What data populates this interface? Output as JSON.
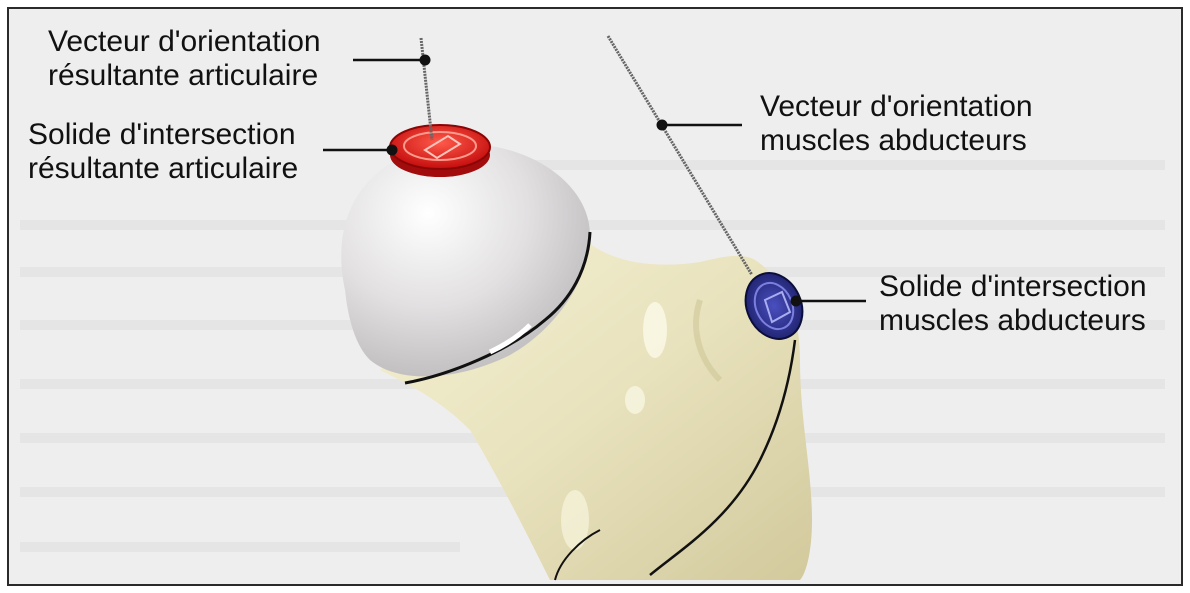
{
  "labels": {
    "vecteur_resultante": {
      "line1": "Vecteur d'orientation",
      "line2": "résultante articulaire"
    },
    "solide_resultante": {
      "line1": "Solide d'intersection",
      "line2": "résultante articulaire"
    },
    "vecteur_muscles": {
      "line1": "Vecteur d'orientation",
      "line2": "muscles abducteurs"
    },
    "solide_muscles": {
      "line1": "Solide d'intersection",
      "line2": "muscles abducteurs"
    }
  },
  "colors": {
    "panel_background": "#ececec",
    "femoral_head": "#d4d2d3",
    "bone": "#e6e0b7",
    "articular_intersection_solid": "#e01818",
    "abductor_intersection_solid": "#2a2d8a"
  },
  "icons": {
    "articular_solid": "red-disc",
    "abductor_solid": "blue-disc"
  }
}
